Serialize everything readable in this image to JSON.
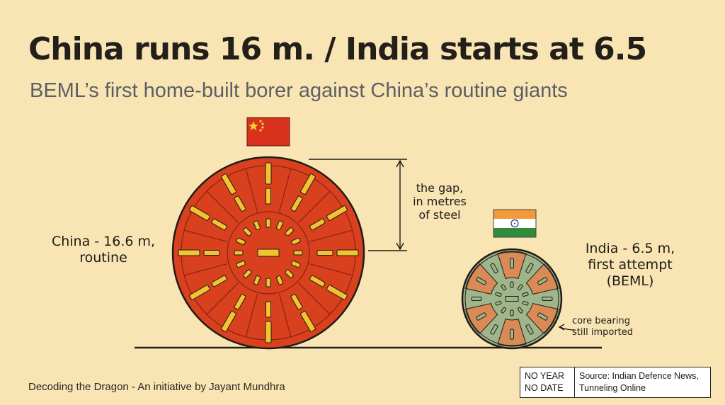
{
  "header": {
    "title": "China runs 16 m. / India starts at 6.5",
    "subtitle": "BEML’s first home-built borer against China’s routine giants"
  },
  "labels": {
    "china": [
      "China - 16.6 m,",
      "routine"
    ],
    "india": [
      "India - 6.5 m,",
      "first attempt",
      "(BEML)"
    ],
    "gap": [
      "the gap,",
      "in metres",
      "of steel"
    ],
    "core": [
      "core bearing",
      "still imported"
    ]
  },
  "footer": {
    "credit": "Decoding the Dragon - An initiative by Jayant Mundhra",
    "date_label": [
      "NO YEAR",
      "NO DATE"
    ],
    "source": [
      "Source: Indian Defence News,",
      "Tunneling Online"
    ]
  },
  "diagram": {
    "china_diameter_m": 16.6,
    "india_diameter_m": 6.5,
    "colors": {
      "background": "#f9e5b3",
      "china_body": "#d8401e",
      "china_accent": "#f2c230",
      "india_green": "#9fb58a",
      "india_orange": "#d98a56",
      "ink": "#1f1c19"
    },
    "icons": [
      "china-flag-icon",
      "india-flag-icon"
    ]
  }
}
